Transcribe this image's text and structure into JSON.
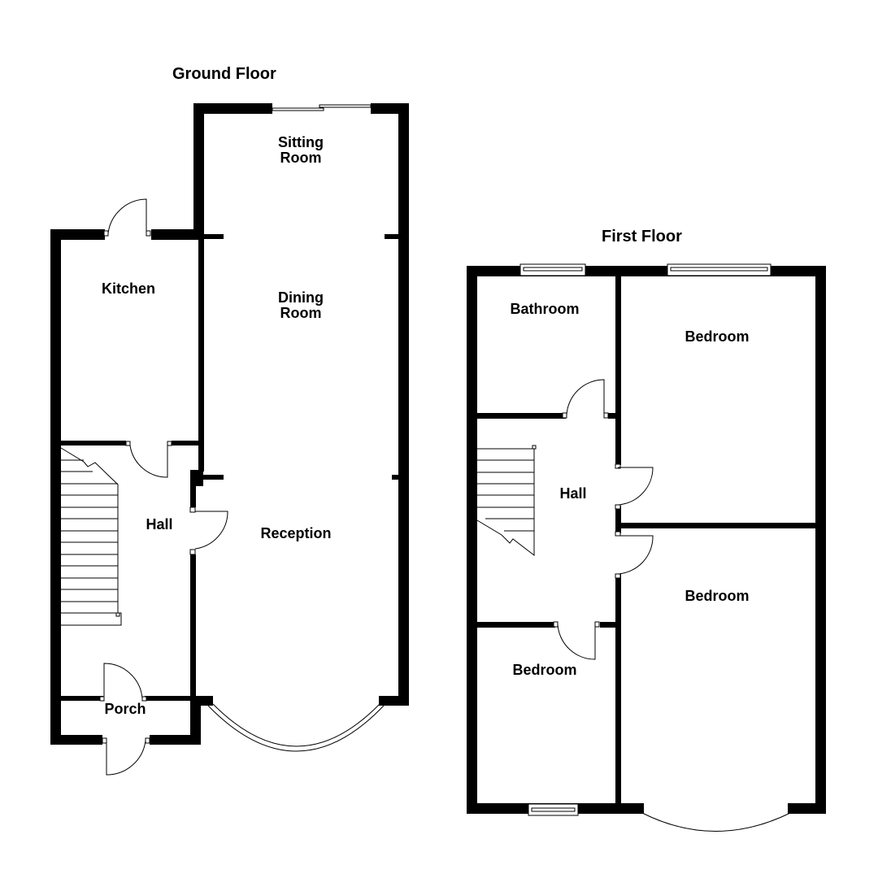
{
  "floors": [
    {
      "title": "Ground Floor",
      "rooms": [
        {
          "name": "Sitting Room"
        },
        {
          "name": "Kitchen"
        },
        {
          "name": "Dining Room"
        },
        {
          "name": "Hall"
        },
        {
          "name": "Reception"
        },
        {
          "name": "Porch"
        }
      ]
    },
    {
      "title": "First Floor",
      "rooms": [
        {
          "name": "Bathroom"
        },
        {
          "name": "Bedroom"
        },
        {
          "name": "Hall"
        },
        {
          "name": "Bedroom"
        },
        {
          "name": "Bedroom"
        }
      ]
    }
  ],
  "colors": {
    "wall": "#000000",
    "background": "#ffffff"
  }
}
